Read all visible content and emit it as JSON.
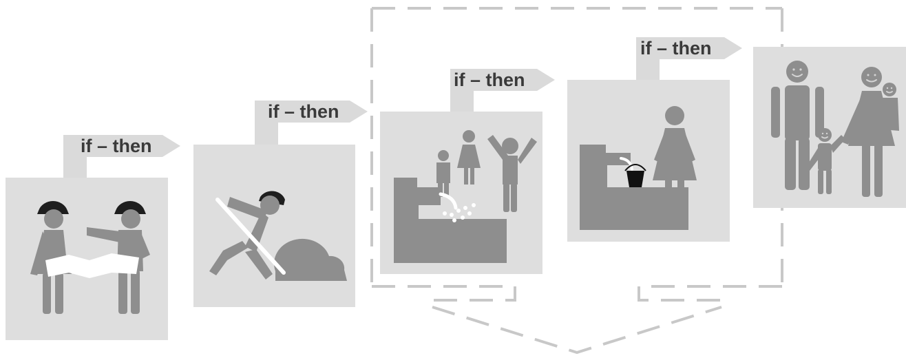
{
  "diagram": {
    "flag_label": "if – then",
    "steps": [
      {
        "id": "planning",
        "flag": "if – then",
        "icon": "two-workers-with-plan-icon"
      },
      {
        "id": "digging",
        "flag": "if – then",
        "icon": "worker-digging-icon"
      },
      {
        "id": "water-supply",
        "flag": "if – then",
        "icon": "people-at-water-tap-icon"
      },
      {
        "id": "water-collection",
        "flag": "if – then",
        "icon": "woman-filling-bucket-icon"
      },
      {
        "id": "family-outcome",
        "flag": "",
        "icon": "happy-family-icon"
      }
    ]
  },
  "colors": {
    "panel": "#dedede",
    "figure": "#8e8e8e",
    "helmet": "#1e1e1e",
    "bucket": "#111111",
    "flag": "#dadada",
    "dashes": "#c8c8c8",
    "text": "#3a3a3a",
    "face": "#d4d4d4"
  }
}
